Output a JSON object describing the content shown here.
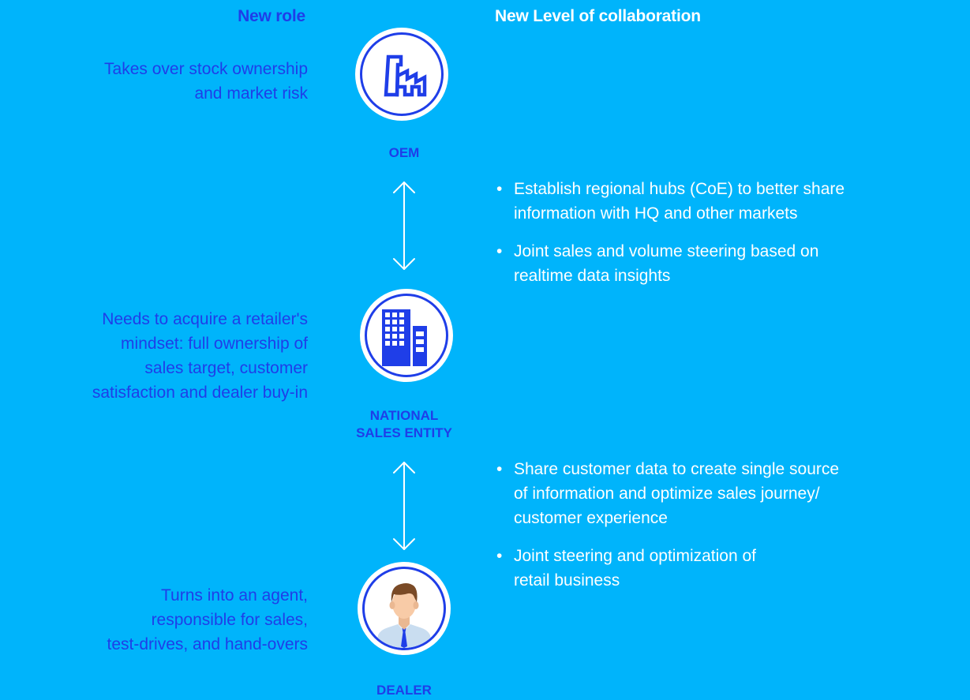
{
  "colors": {
    "background": "#00b4fb",
    "accent_blue": "#1f3ee8",
    "white": "#ffffff"
  },
  "headers": {
    "left": "New role",
    "right": "New Level of collaboration"
  },
  "nodes": [
    {
      "icon": "factory-icon",
      "label": "OEM",
      "role": [
        "Takes over stock ownership",
        "and market risk"
      ]
    },
    {
      "icon": "building-icon",
      "label": "NATIONAL SALES ENTITY",
      "label_lines": [
        "NATIONAL",
        "SALES ENTITY"
      ],
      "role": [
        "Needs to acquire a retailer's",
        "mindset: full ownership of",
        "sales target, customer",
        "satisfaction and dealer buy-in"
      ]
    },
    {
      "icon": "dealer-person-icon",
      "label": "DEALER",
      "role": [
        "Turns into an agent,",
        "responsible for sales,",
        "test-drives, and hand-overs"
      ]
    }
  ],
  "collaboration": [
    {
      "between": [
        "OEM",
        "NATIONAL SALES ENTITY"
      ],
      "bullets": [
        [
          "Establish regional hubs (CoE) to better share",
          "information with HQ and other markets"
        ],
        [
          "Joint sales and volume steering based on",
          "realtime data insights"
        ]
      ]
    },
    {
      "between": [
        "NATIONAL SALES ENTITY",
        "DEALER"
      ],
      "bullets": [
        [
          "Share customer data to create single source",
          "of information and optimize sales journey/",
          "customer experience"
        ],
        [
          "Joint steering and optimization of",
          "retail business"
        ]
      ]
    }
  ]
}
